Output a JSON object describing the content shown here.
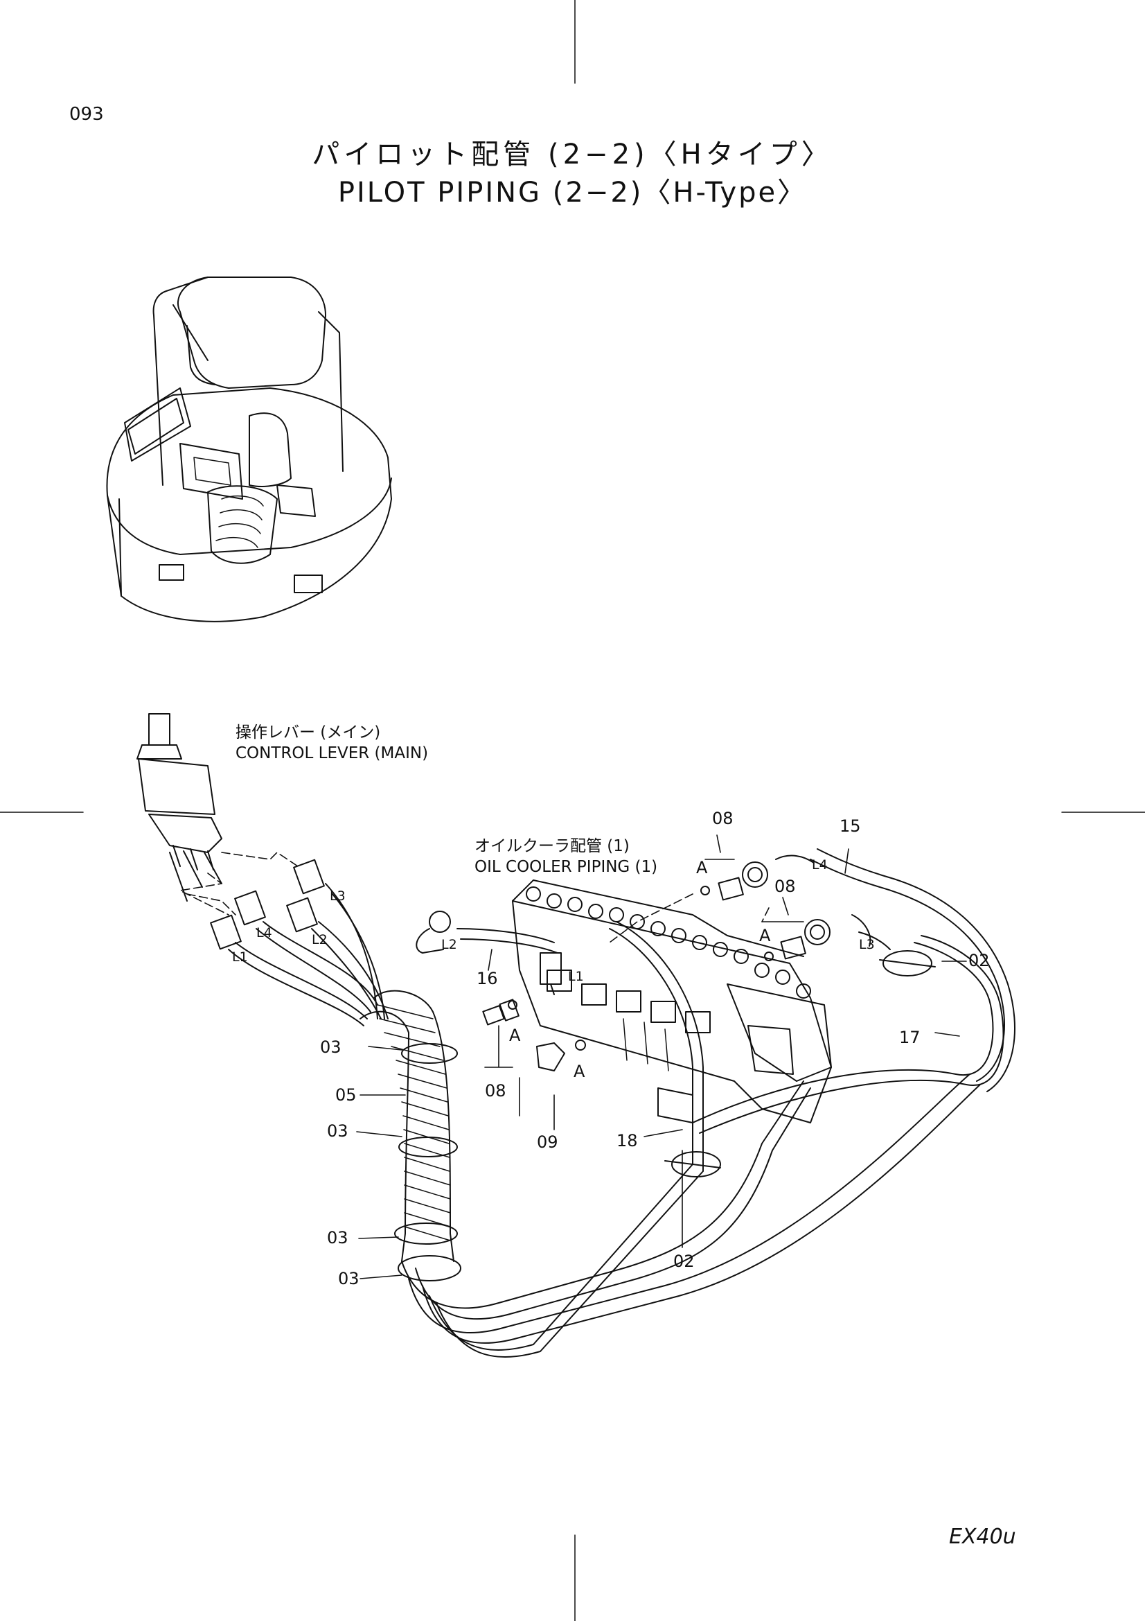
{
  "header": {
    "page_number": "093",
    "title_jp": "パイロット配管 (2−2)〈Hタイプ〉",
    "title_en": "PILOT PIPING (2−2)〈H-Type〉"
  },
  "labels": {
    "control_lever_jp": "操作レバー (メイン)",
    "control_lever_en": "CONTROL LEVER (MAIN)",
    "oil_cooler_jp": "オイルクーラ配管 (1)",
    "oil_cooler_en": "OIL COOLER PIPING (1)"
  },
  "parts": {
    "p02a": "02",
    "p02b": "02",
    "p03a": "03",
    "p03b": "03",
    "p03c": "03",
    "p03d": "03",
    "p05": "05",
    "p08a": "08",
    "p08b": "08",
    "p08c": "08",
    "p09": "09",
    "p15": "15",
    "p16": "16",
    "p17": "17",
    "p18": "18"
  },
  "connectors": {
    "L1a": "L1",
    "L2a": "L2",
    "L3a": "L3",
    "L4a": "L4",
    "L1b": "L1",
    "L2b": "L2",
    "L3b": "L3",
    "L4b": "L4"
  },
  "callouts": {
    "Aa": "A",
    "Ab": "A",
    "Ac": "A",
    "Ad": "A"
  },
  "footer": {
    "model": "EX40u"
  }
}
